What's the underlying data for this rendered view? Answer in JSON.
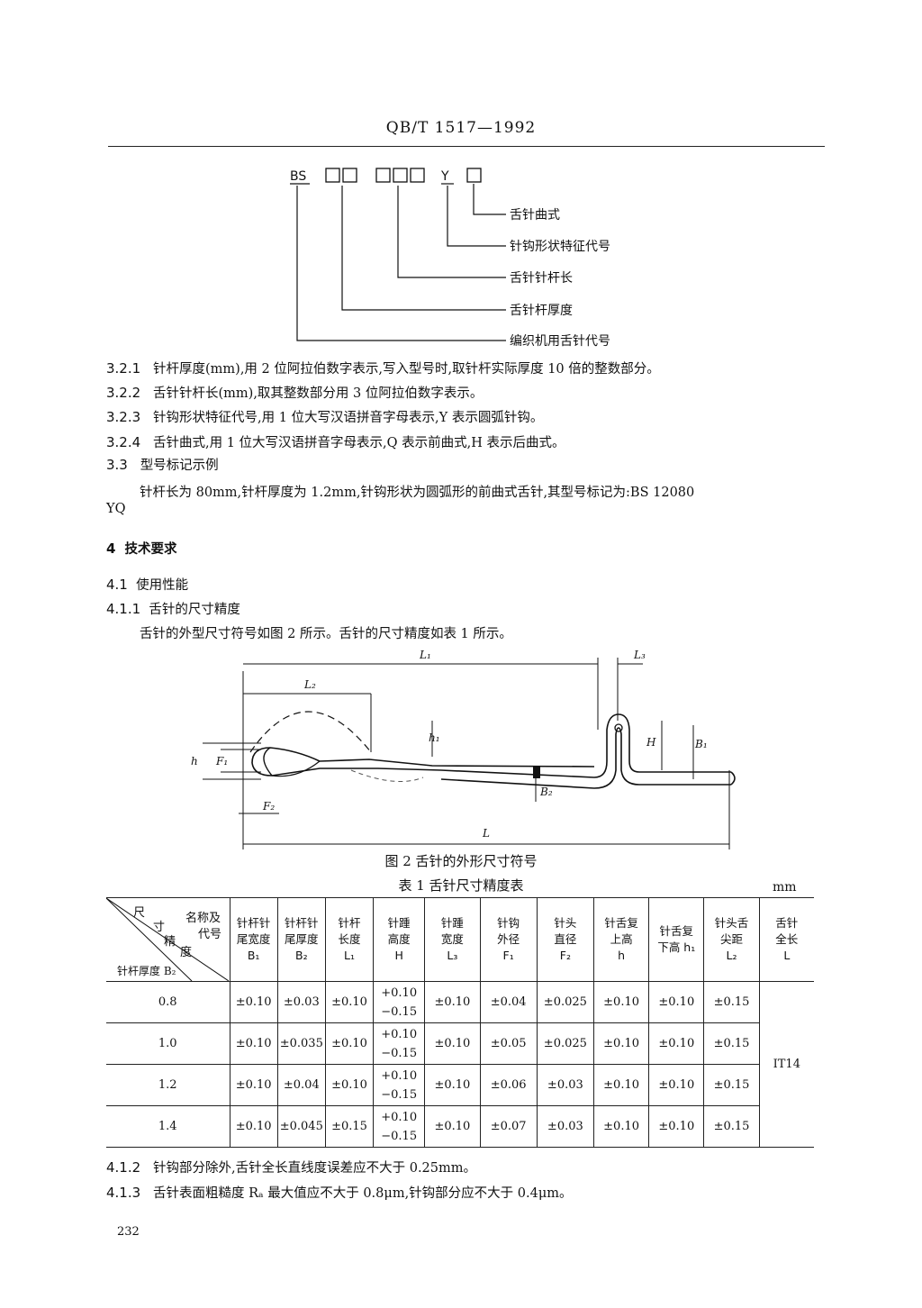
{
  "header": {
    "standard": "QB/T 1517—1992"
  },
  "scheme": {
    "prefix": "BS",
    "y_code": "Y",
    "labels": [
      "舌针曲式",
      "针钩形状特征代号",
      "舌针针杆长",
      "舌针杆厚度",
      "编织机用舌针代号"
    ]
  },
  "clauses": [
    {
      "num": "3.2.1",
      "text": "针杆厚度(mm),用 2 位阿拉伯数字表示,写入型号时,取针杆实际厚度 10 倍的整数部分。"
    },
    {
      "num": "3.2.2",
      "text": "舌针针杆长(mm),取其整数部分用 3 位阿拉伯数字表示。"
    },
    {
      "num": "3.2.3",
      "text": "针钩形状特征代号,用 1 位大写汉语拼音字母表示,Y 表示圆弧针钩。"
    },
    {
      "num": "3.2.4",
      "text": "舌针曲式,用 1 位大写汉语拼音字母表示,Q 表示前曲式,H 表示后曲式。"
    },
    {
      "num": "3.3",
      "text": "型号标记示例"
    }
  ],
  "example": {
    "line1": "针杆长为 80mm,针杆厚度为 1.2mm,针钩形状为圆弧形的前曲式舌针,其型号标记为:BS 12080",
    "line2": "YQ"
  },
  "section4": {
    "num": "4",
    "title": "技术要求"
  },
  "s41": {
    "num": "4.1",
    "title": "使用性能"
  },
  "s411": {
    "num": "4.1.1",
    "title": "舌针的尺寸精度",
    "text": "舌针的外型尺寸符号如图 2 所示。舌针的尺寸精度如表 1 所示。"
  },
  "figure": {
    "caption": "图 2   舌针的外形尺寸符号",
    "symbols": {
      "L1": "L₁",
      "L2": "L₂",
      "L3": "L₃",
      "h1": "h₁",
      "H": "H",
      "B1": "B₁",
      "h": "h",
      "F1": "F₁",
      "F2": "F₂",
      "B2": "B₂",
      "L": "L"
    }
  },
  "table": {
    "caption": "表 1   舌针尺寸精度表",
    "unit": "mm",
    "corner": {
      "top": "尺",
      "top2": "名称及",
      "mid": "寸",
      "mid2": "代号",
      "mid3": "精",
      "mid4": "度",
      "bottom": "针杆厚度 B₂"
    },
    "columns": [
      {
        "l1": "针杆针",
        "l2": "尾宽度",
        "l3": "B₁"
      },
      {
        "l1": "针杆针",
        "l2": "尾厚度",
        "l3": "B₂"
      },
      {
        "l1": "针杆",
        "l2": "长度",
        "l3": "L₁"
      },
      {
        "l1": "针踵",
        "l2": "高度",
        "l3": "H"
      },
      {
        "l1": "针踵",
        "l2": "宽度",
        "l3": "L₃"
      },
      {
        "l1": "针钩",
        "l2": "外径",
        "l3": "F₁"
      },
      {
        "l1": "针头",
        "l2": "直径",
        "l3": "F₂"
      },
      {
        "l1": "针舌复",
        "l2": "上高",
        "l3": "h"
      },
      {
        "l1": "针舌复",
        "l2": "下高 h₁",
        "l3": ""
      },
      {
        "l1": "针头舌",
        "l2": "尖距",
        "l3": "L₂"
      },
      {
        "l1": "舌针",
        "l2": "全长",
        "l3": "L"
      }
    ],
    "rows": [
      {
        "t": "0.8",
        "c": [
          "±0.10",
          "±0.03",
          "±0.10",
          "+0.10",
          "−0.15",
          "±0.10",
          "±0.04",
          "±0.025",
          "±0.10",
          "±0.10",
          "±0.15"
        ]
      },
      {
        "t": "1.0",
        "c": [
          "±0.10",
          "±0.035",
          "±0.10",
          "+0.10",
          "−0.15",
          "±0.10",
          "±0.05",
          "±0.025",
          "±0.10",
          "±0.10",
          "±0.15"
        ]
      },
      {
        "t": "1.2",
        "c": [
          "±0.10",
          "±0.04",
          "±0.10",
          "+0.10",
          "−0.15",
          "±0.10",
          "±0.06",
          "±0.03",
          "±0.10",
          "±0.10",
          "±0.15"
        ]
      },
      {
        "t": "1.4",
        "c": [
          "±0.10",
          "±0.045",
          "±0.15",
          "+0.10",
          "−0.15",
          "±0.10",
          "±0.07",
          "±0.03",
          "±0.10",
          "±0.10",
          "±0.15"
        ]
      }
    ],
    "last_col": "IT14"
  },
  "after": [
    {
      "num": "4.1.2",
      "text": "针钩部分除外,舌针全长直线度误差应不大于 0.25mm。"
    },
    {
      "num": "4.1.3",
      "text": "舌针表面粗糙度 Rₐ 最大值应不大于 0.8μm,针钩部分应不大于 0.4μm。"
    }
  ],
  "page_number": "232"
}
